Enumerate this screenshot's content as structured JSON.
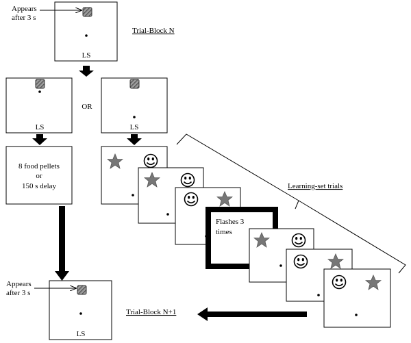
{
  "labels": {
    "appears_top": [
      "Appears",
      "after 3 s"
    ],
    "appears_bottom": [
      "Appears",
      "after 3 s"
    ],
    "trial_block_n": "Trial-Block N",
    "trial_block_n1": "Trial-Block N+1",
    "ls": "LS",
    "or": "OR",
    "reward_line1": "8 food pellets",
    "reward_line2": "or",
    "reward_line3": "150 s delay",
    "learning_set_trials": "Learning-set trials",
    "flashes_line1": "Flashes 3",
    "flashes_line2": "times"
  },
  "icons": {
    "hatched_square": "hatched-square-icon",
    "star": "star-icon",
    "smiley": "smiley-face-icon"
  },
  "colors": {
    "star": "#777777",
    "hatch": "#555555",
    "hatch_bg": "#9a9a9a"
  }
}
